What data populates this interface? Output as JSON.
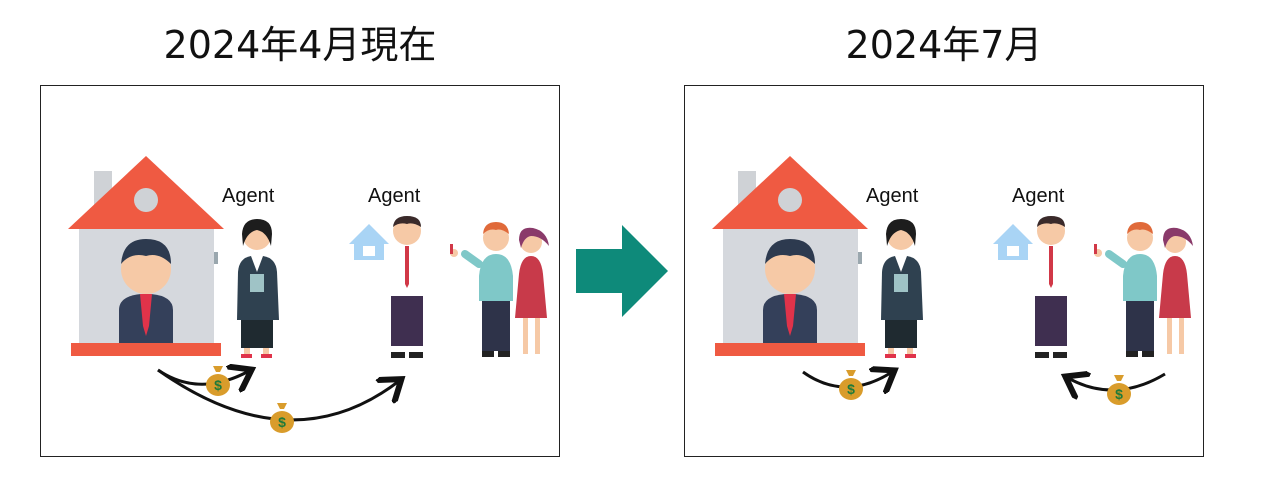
{
  "titles": {
    "before": "2024年4月現在",
    "after": "2024年7月"
  },
  "panels": {
    "before": {
      "agent_left_label": "Agent",
      "agent_right_label": "Agent",
      "money_symbol": "$"
    },
    "after": {
      "agent_left_label": "Agent",
      "agent_right_label": "Agent",
      "money_symbol": "$"
    }
  },
  "colors": {
    "roof": "#ef5a42",
    "wall": "#d5d8dd",
    "chimney": "#cfd2d6",
    "teal_arrow": "#0e8a7a",
    "money_bag": "#d99c2b",
    "money_symbol": "#1f7a3a",
    "small_house": "#a9d4f5"
  },
  "icons": [
    "house-icon",
    "seller-icon",
    "agent-woman-icon",
    "agent-man-icon",
    "buyer-couple-icon",
    "small-house-icon",
    "money-bag-icon",
    "flow-arrow-icon"
  ]
}
